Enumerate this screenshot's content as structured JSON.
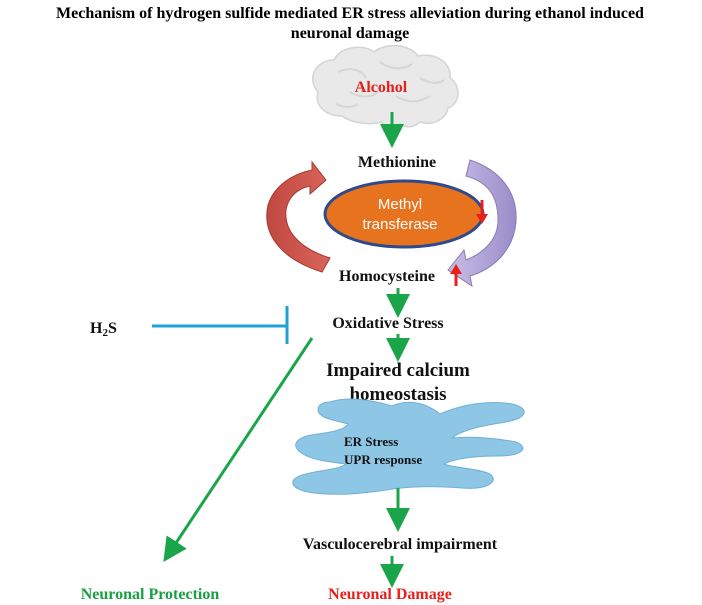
{
  "title_line1": "Mechanism of hydrogen sulfide mediated ER stress alleviation during ethanol induced",
  "title_line2": "neuronal damage",
  "alcohol": "Alcohol",
  "methionine": "Methionine",
  "enzyme_line1": "Methyl",
  "enzyme_line2": "transferase",
  "homocysteine": "Homocysteine",
  "h2s_main": "H",
  "h2s_sub": "2",
  "h2s_tail": "S",
  "oxidative_stress": "Oxidative Stress",
  "calcium_line1": "Impaired calcium",
  "calcium_line2": "homeostasis",
  "er_line1": "ER Stress",
  "er_line2": "UPR response",
  "vasculo": "Vasculocerebral impairment",
  "protection": "Neuronal Protection",
  "damage": "Neuronal Damage",
  "colors": {
    "alcohol_red": "#e8201c",
    "flow_green": "#1aa54a",
    "inhibit_blue": "#1fa3d6",
    "enzyme_fill": "#e8731e",
    "enzyme_stroke": "#2e4a8c",
    "er_fill": "#8ec6e6",
    "cycle_red": "#b4403a",
    "cycle_purple": "#b4a8d8",
    "brain_fill": "#e9e9e9",
    "protection_green": "#18a043",
    "damage_red": "#e8201c"
  }
}
